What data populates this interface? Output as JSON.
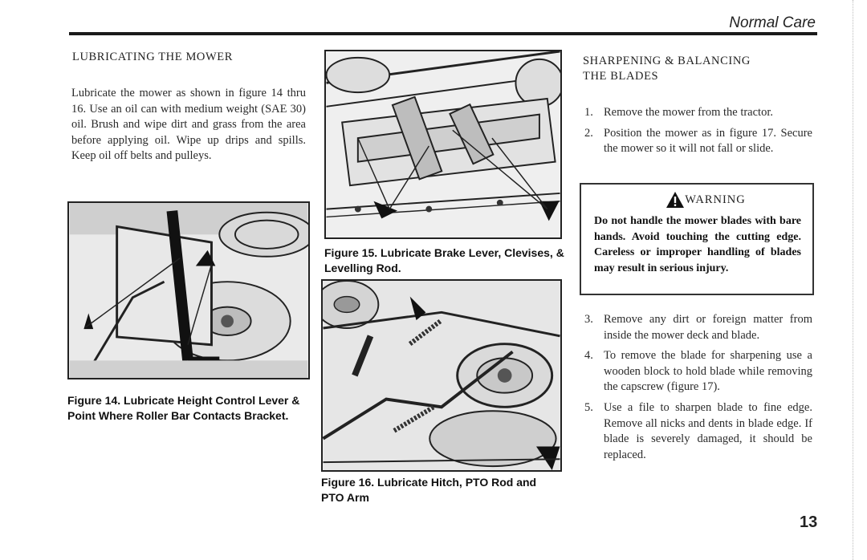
{
  "header": {
    "section_title": "Normal Care"
  },
  "left": {
    "heading": "LUBRICATING THE MOWER",
    "paragraph": "Lubricate the mower as shown in figure 14 thru 16. Use an oil can with medium weight (SAE 30) oil. Brush and wipe dirt and grass from the area before applying oil. Wipe up drips and spills. Keep oil off belts and pulleys.",
    "figure14_caption": "Figure 14. Lubricate Height Control Lever & Point Where Roller Bar Contacts Bracket."
  },
  "middle": {
    "figure15_caption": "Figure 15. Lubricate Brake Lever, Clevises, & Levelling Rod.",
    "figure16_caption": "Figure 16. Lubricate Hitch, PTO Rod and PTO Arm"
  },
  "right": {
    "heading_line1": "SHARPENING & BALANCING",
    "heading_line2": "THE BLADES",
    "steps_top": [
      {
        "num": "1.",
        "text": "Remove the mower from the tractor."
      },
      {
        "num": "2.",
        "text": "Position the mower as in figure 17. Secure the mower so it will not fall or slide."
      }
    ],
    "warning": {
      "title": "WARNING",
      "text": "Do not handle the mower blades with bare hands. Avoid touching the cutting edge. Careless or improper handling of blades may result in serious injury."
    },
    "steps_bottom": [
      {
        "num": "3.",
        "text": "Remove any dirt or foreign matter from inside the mower deck and blade."
      },
      {
        "num": "4.",
        "text": "To remove the blade for sharpening use a wooden block to hold blade while removing the capscrew (figure 17)."
      },
      {
        "num": "5.",
        "text": "Use a file to sharpen blade to fine edge. Remove all nicks and dents in blade edge. If blade is severely damaged, it should be replaced."
      }
    ]
  },
  "footer": {
    "page_number": "13"
  }
}
